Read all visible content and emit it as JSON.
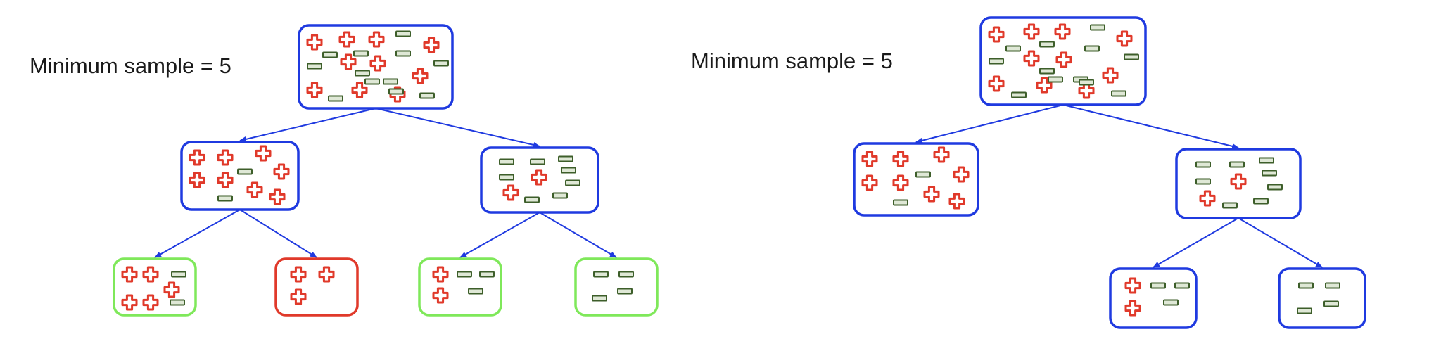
{
  "captions": {
    "left": "Minimum sample = 5",
    "right": "Minimum sample = 5"
  },
  "colors": {
    "edge": "#1f3ae0",
    "node_border": "#1f3ae0",
    "leaf_good": "#7fe85a",
    "leaf_bad": "#e0392a",
    "plus_stroke": "#e0392a",
    "minus_fill": "#3d5e2a"
  },
  "icons": {
    "positive": "plus-icon",
    "negative": "minus-icon"
  },
  "trees": [
    {
      "name": "tree-left",
      "nodes": [
        {
          "id": "L-root",
          "border": "blue",
          "positives": 10,
          "negatives": 12
        },
        {
          "id": "L-mid-left",
          "border": "blue",
          "positives": 8,
          "negatives": 2
        },
        {
          "id": "L-mid-right",
          "border": "blue",
          "positives": 2,
          "negatives": 8
        },
        {
          "id": "L-leaf-1",
          "border": "green",
          "positives": 5,
          "negatives": 2
        },
        {
          "id": "L-leaf-2",
          "border": "red",
          "positives": 3,
          "negatives": 0
        },
        {
          "id": "L-leaf-3",
          "border": "green",
          "positives": 2,
          "negatives": 3
        },
        {
          "id": "L-leaf-4",
          "border": "green",
          "positives": 0,
          "negatives": 4
        }
      ],
      "edges": [
        [
          "L-root",
          "L-mid-left"
        ],
        [
          "L-root",
          "L-mid-right"
        ],
        [
          "L-mid-left",
          "L-leaf-1"
        ],
        [
          "L-mid-left",
          "L-leaf-2"
        ],
        [
          "L-mid-right",
          "L-leaf-3"
        ],
        [
          "L-mid-right",
          "L-leaf-4"
        ]
      ]
    },
    {
      "name": "tree-right",
      "nodes": [
        {
          "id": "R-root",
          "border": "blue",
          "positives": 10,
          "negatives": 12
        },
        {
          "id": "R-mid-left",
          "border": "blue",
          "positives": 8,
          "negatives": 2
        },
        {
          "id": "R-mid-right",
          "border": "blue",
          "positives": 2,
          "negatives": 8
        },
        {
          "id": "R-leaf-1",
          "border": "blue",
          "positives": 2,
          "negatives": 3
        },
        {
          "id": "R-leaf-2",
          "border": "blue",
          "positives": 0,
          "negatives": 4
        }
      ],
      "edges": [
        [
          "R-root",
          "R-mid-left"
        ],
        [
          "R-root",
          "R-mid-right"
        ],
        [
          "R-mid-right",
          "R-leaf-1"
        ],
        [
          "R-mid-right",
          "R-leaf-2"
        ]
      ]
    }
  ]
}
